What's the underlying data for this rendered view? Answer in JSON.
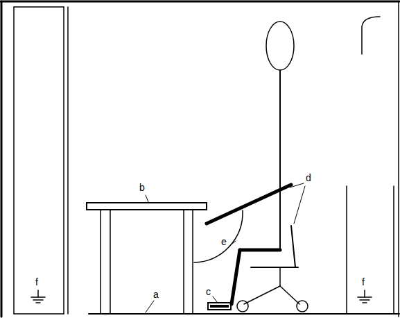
{
  "diagram": {
    "labels": [
      "b",
      "d",
      "e",
      "f",
      "c",
      "f",
      "a"
    ]
  }
}
